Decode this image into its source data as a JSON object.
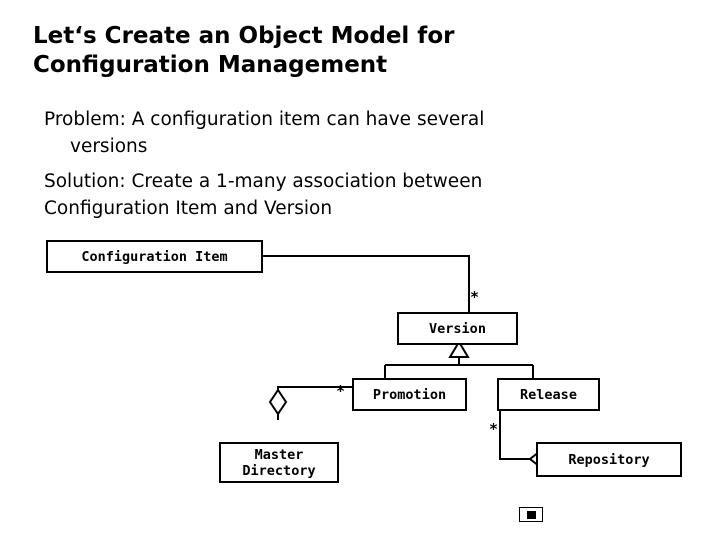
{
  "slide": {
    "title_line1": "Let‘s Create an Object Model for",
    "title_line2": "Configuration Management",
    "problem_label": "Problem: A configuration item can have several",
    "problem_label_cont": "versions",
    "solution_label": "Solution: Create  a 1-many association between",
    "solution_label_cont": "Configuration Item and Version"
  },
  "diagram": {
    "type": "uml-class-diagram",
    "classes": [
      {
        "name": "configuration-item",
        "label": "Configuration Item"
      },
      {
        "name": "version",
        "label": "Version"
      },
      {
        "name": "promotion",
        "label": "Promotion"
      },
      {
        "name": "release",
        "label": "Release"
      },
      {
        "name": "master-directory",
        "label_line1": "Master",
        "label_line2": "Directory"
      },
      {
        "name": "repository",
        "label": "Repository"
      }
    ],
    "multiplicities": [
      {
        "name": "version-multiplicity",
        "value": "*"
      },
      {
        "name": "promotion-multiplicity",
        "value": "*"
      },
      {
        "name": "repository-multiplicity",
        "value": "*"
      }
    ],
    "relations": [
      {
        "from": "Configuration Item",
        "to": "Version",
        "kind": "association",
        "to_multiplicity": "*"
      },
      {
        "from": "Promotion",
        "to": "Version",
        "kind": "generalization"
      },
      {
        "from": "Release",
        "to": "Version",
        "kind": "generalization"
      },
      {
        "from": "Master Directory",
        "to": "Promotion",
        "kind": "aggregation",
        "to_multiplicity": "*"
      },
      {
        "from": "Repository",
        "to": "Release",
        "kind": "aggregation",
        "to_multiplicity": "*"
      }
    ]
  },
  "footer": {
    "icon_label": "presentation-marker-icon"
  },
  "colors": {
    "text": "#000000",
    "background": "#ffffff",
    "line": "#000000"
  }
}
